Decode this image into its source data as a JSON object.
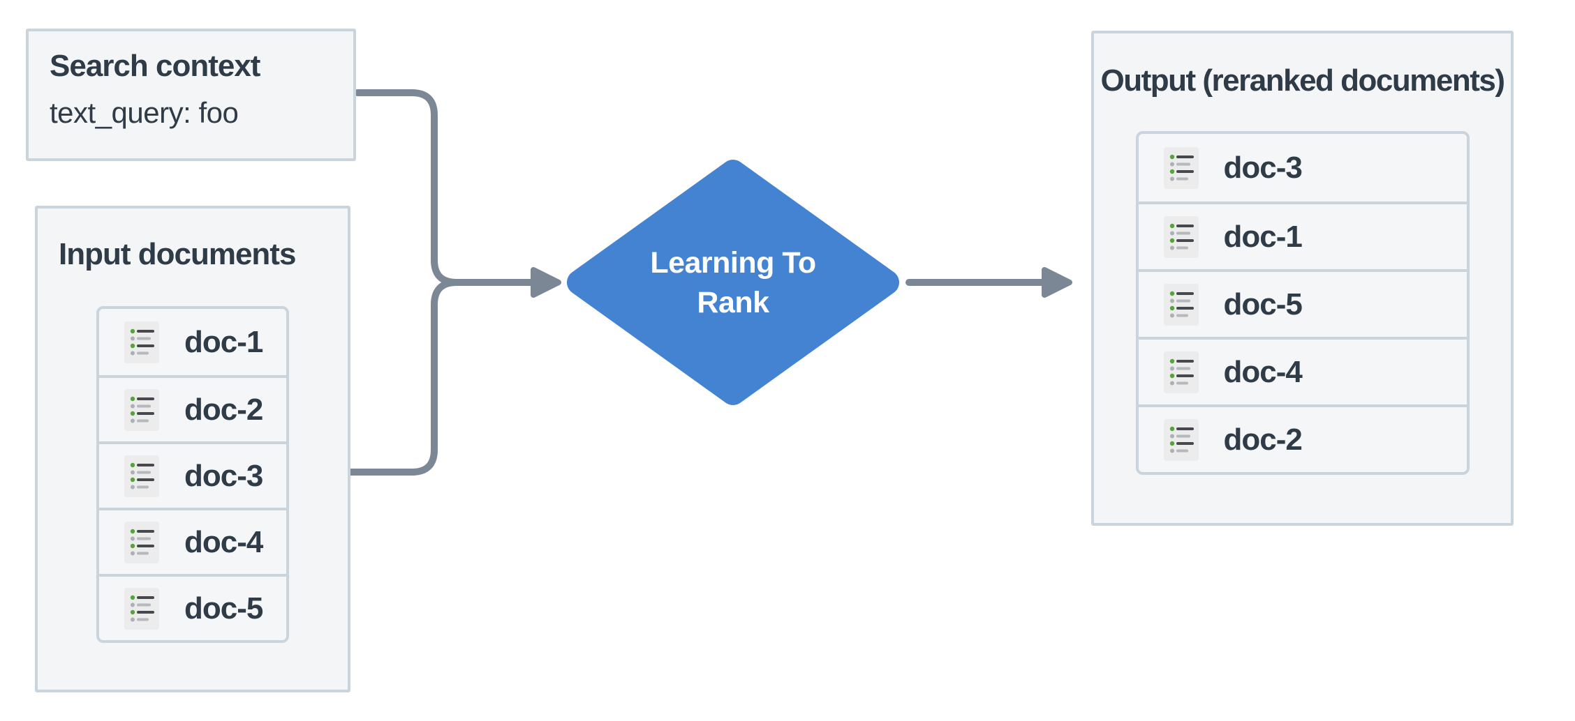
{
  "palette": {
    "box_bg": "#f3f5f7",
    "box_border": "#c9d4dd",
    "row_bg": "#f4f6f8",
    "text": "#2f3b47",
    "diamond_fill": "#4483d2",
    "diamond_text": "#ffffff",
    "connector": "#7b8795",
    "icon_bg": "#ececec",
    "icon_green": "#55a33c",
    "icon_dot_gray": "#abb0b5",
    "icon_line_dark": "#45494e",
    "icon_line_light": "#b5b9be"
  },
  "search_context": {
    "title": "Search context",
    "query": "text_query: foo"
  },
  "input_documents": {
    "title": "Input documents",
    "docs": [
      "doc-1",
      "doc-2",
      "doc-3",
      "doc-4",
      "doc-5"
    ]
  },
  "process": {
    "label": "Learning To Rank",
    "line1": "Learning To",
    "line2": "Rank"
  },
  "output": {
    "title": "Output (reranked documents)",
    "docs": [
      "doc-3",
      "doc-1",
      "doc-5",
      "doc-4",
      "doc-2"
    ]
  }
}
